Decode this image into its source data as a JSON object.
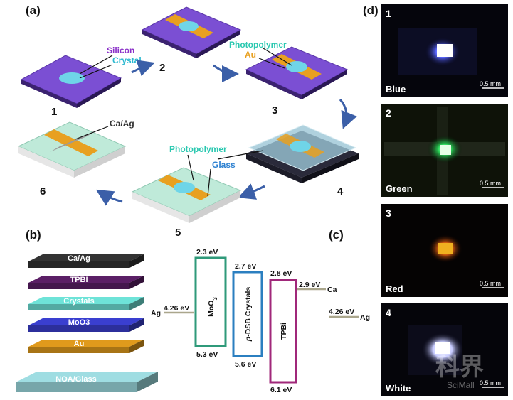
{
  "panels": {
    "a": "(a)",
    "b": "(b)",
    "c": "(c)",
    "d": "(d)"
  },
  "fabrication": {
    "steps": [
      "1",
      "2",
      "3",
      "4",
      "5",
      "6"
    ],
    "labels": {
      "silicon": "Silicon",
      "crystal": "Crystal",
      "photopolymer_top": "Photopolymer",
      "au": "Au",
      "ca_ag": "Ca/Ag",
      "photopolymer_bottom": "Photopolymer",
      "glass": "Glass"
    },
    "colors": {
      "silicon": "#7b4fd3",
      "crystal": "#6fd5e8",
      "au": "#e8a020",
      "photopolymer": "#bfead9",
      "arrow": "#3b5fa8"
    }
  },
  "device_stack": {
    "layers": [
      "Ca/Ag",
      "TPBI",
      "Crystals",
      "MoO3",
      "Au",
      "NOA/Glass"
    ],
    "colors": [
      "#333333",
      "#5b1f66",
      "#6ee3d8",
      "#3a3fd0",
      "#e09a1c",
      "#9fdde2"
    ]
  },
  "energy_diagram": {
    "left_electrode": {
      "name": "Ag",
      "level": "4.26 eV"
    },
    "right_electrode_top": {
      "name": "Ca",
      "level": "2.9 eV"
    },
    "right_electrode_bottom": {
      "name": "Ag",
      "level": "4.26 eV"
    },
    "boxes": [
      {
        "name": "MoO",
        "subscript": "3",
        "top": "2.3 eV",
        "bottom": "5.3 eV",
        "color": "#2f9a7a"
      },
      {
        "name_italic": "p",
        "name": "-DSB Crystals",
        "top": "2.7 eV",
        "bottom": "5.6 eV",
        "color": "#2b7fc0"
      },
      {
        "name": "TPBi",
        "top": "2.8 eV",
        "bottom": "6.1 eV",
        "color": "#a0287a"
      }
    ]
  },
  "emission_photos": [
    {
      "num": "1",
      "caption": "Blue",
      "scale": "0.5 mm",
      "glow": "#3a46ff"
    },
    {
      "num": "2",
      "caption": "Green",
      "scale": "0.5 mm",
      "glow": "#2bd95a"
    },
    {
      "num": "3",
      "caption": "Red",
      "scale": "0.5 mm",
      "glow": "#e8b020"
    },
    {
      "num": "4",
      "caption": "White",
      "scale": "0.5 mm",
      "glow": "#ffffff"
    }
  ],
  "watermark": {
    "chars": "科界",
    "latin": "SciMall"
  }
}
